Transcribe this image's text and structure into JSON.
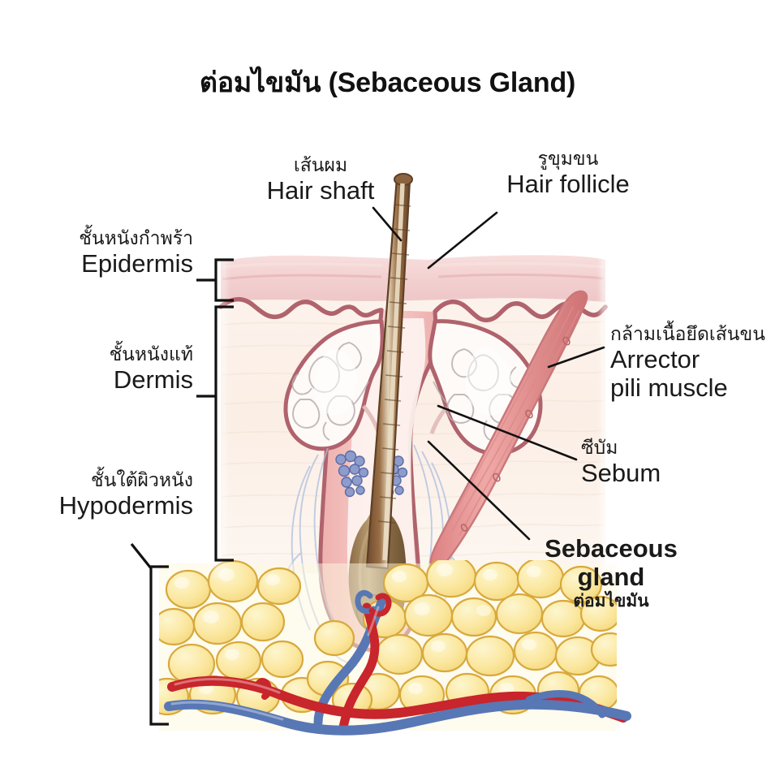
{
  "page": {
    "title_text": "ต่อมไขมัน (Sebaceous Gland)",
    "background": "#ffffff"
  },
  "diagram": {
    "type": "anatomical-cross-section",
    "subject": "human skin with hair follicle and sebaceous gland",
    "colors": {
      "epidermis_fill": "#f4d6d6",
      "dermis_fill": "#fbf0e8",
      "boundary_line": "#b0636c",
      "follicle_sheath": "#f0b9b7",
      "hair_brown": "#8b6340",
      "hair_medulla": "#e8dcc8",
      "muscle_pink": "#e98f8f",
      "fat_fill": "#fbeaa8",
      "fat_outline": "#d8a93c",
      "artery_red": "#c8252c",
      "vein_blue": "#5877b5",
      "gland_white": "#fbf8f6",
      "gland_cells_blue": "#6f7fb8",
      "leader_line": "#111111"
    }
  },
  "labels": {
    "hair_shaft": {
      "thai": "เส้นผม",
      "english": "Hair shaft"
    },
    "hair_follicle": {
      "thai": "รูขุมขน",
      "english": "Hair follicle"
    },
    "epidermis": {
      "thai": "ชั้นหนังกำพร้า",
      "english": "Epidermis"
    },
    "dermis": {
      "thai": "ชั้นหนังแท้",
      "english": "Dermis"
    },
    "hypodermis": {
      "thai": "ชั้นใต้ผิวหนัง",
      "english": "Hypodermis"
    },
    "arrector_pili": {
      "thai": "กล้ามเนื้อยึดเส้นขน",
      "english_line1": "Arrector",
      "english_line2": "pili muscle"
    },
    "sebum": {
      "thai": "ซีบัม",
      "english": "Sebum"
    },
    "sebaceous_gland": {
      "english_line1": "Sebaceous",
      "english_line2": "gland",
      "thai": "ต่อมไขมัน"
    }
  }
}
